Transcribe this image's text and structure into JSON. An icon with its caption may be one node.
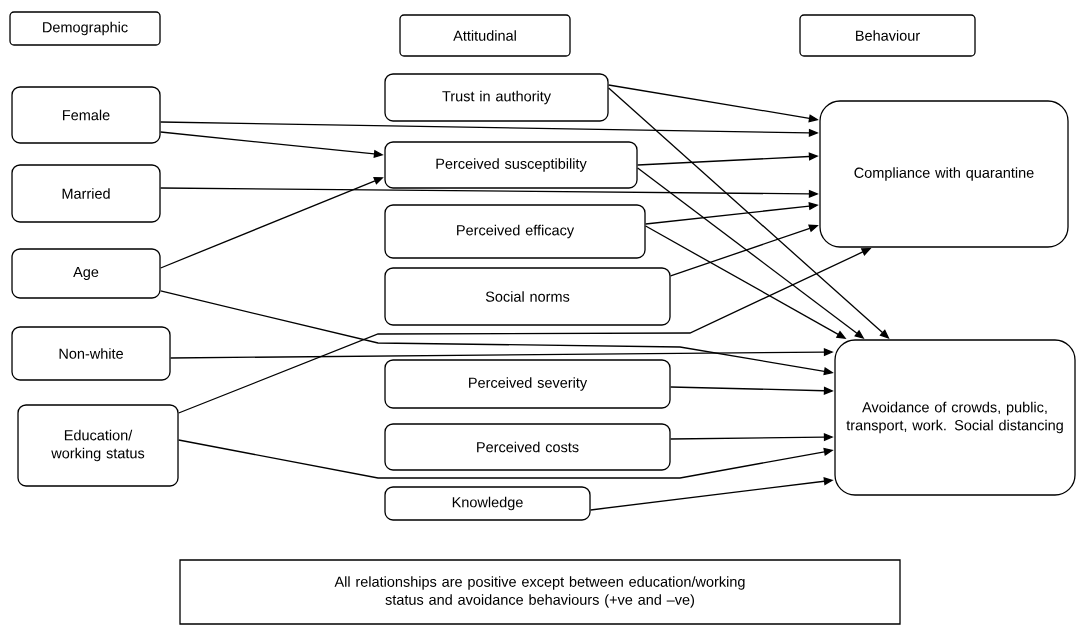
{
  "diagram": {
    "nodes": [
      {
        "text": [
          "Demographic"
        ]
      },
      {
        "text": [
          "Attitudinal"
        ]
      },
      {
        "text": [
          "Behaviour"
        ]
      },
      {
        "text": [
          "Female"
        ]
      },
      {
        "text": [
          "Married"
        ]
      },
      {
        "text": [
          "Age"
        ]
      },
      {
        "text": [
          "Non-white"
        ]
      },
      {
        "text": [
          "Education/ working status"
        ]
      },
      {
        "text": [
          "Trust in authority"
        ]
      },
      {
        "text": [
          "Perceived susceptibility"
        ]
      },
      {
        "text": [
          "Perceived efficacy"
        ]
      },
      {
        "text": [
          "Social norms"
        ]
      },
      {
        "text": [
          "Perceived severity"
        ]
      },
      {
        "text": [
          "Perceived costs"
        ]
      },
      {
        "text": [
          "Knowledge"
        ]
      },
      {
        "text": [
          "Compliance with quarantine"
        ]
      },
      {
        "text": [
          "Avoidance of crowds, public, transport, work. Social distancing"
        ]
      },
      {
        "text": [
          "All relationships are positive except between education/working status and avoidance behaviours (+ve and –ve)"
        ]
      }
    ],
    "edges": [
      {
        "from": 3,
        "to": 15,
        "arrow": "to"
      },
      {
        "from": 3,
        "to": 9,
        "arrow": "to"
      },
      {
        "from": 4,
        "to": 15,
        "arrow": "to"
      },
      {
        "from": 5,
        "to": 9,
        "arrow": "to"
      },
      {
        "from": 5,
        "to": 16,
        "arrow": "to"
      },
      {
        "from": 6,
        "to": 16,
        "arrow": "to"
      },
      {
        "from": 7,
        "to": 15,
        "arrow": "to"
      },
      {
        "from": 7,
        "to": 16,
        "arrow": "to"
      },
      {
        "from": 8,
        "to": 15,
        "arrow": "to"
      },
      {
        "from": 8,
        "to": 16,
        "arrow": "to"
      },
      {
        "from": 9,
        "to": 15,
        "arrow": "to"
      },
      {
        "from": 9,
        "to": 16,
        "arrow": "to"
      },
      {
        "from": 10,
        "to": 15,
        "arrow": "to"
      },
      {
        "from": 10,
        "to": 16,
        "arrow": "to"
      },
      {
        "from": 11,
        "to": 15,
        "arrow": "to"
      },
      {
        "from": 12,
        "to": 16,
        "arrow": "to"
      },
      {
        "from": 13,
        "to": 16,
        "arrow": "to"
      },
      {
        "from": 14,
        "to": 16,
        "arrow": "to"
      }
    ]
  }
}
